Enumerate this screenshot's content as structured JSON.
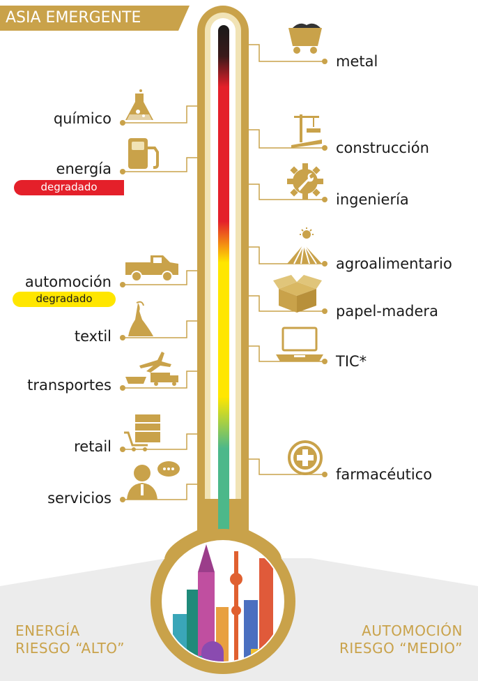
{
  "header": {
    "region_title": "ASIA EMERGENTE"
  },
  "colors": {
    "gold": "#c9a24a",
    "gold_light": "#e8d39a",
    "high_risk_red": "#e4202a",
    "medium_risk_yellow": "#ffe600",
    "low_risk_green": "#4cb88a",
    "footer_text": "#c9a24a"
  },
  "left_sectors": [
    {
      "label": "químico",
      "icon": "chemistry-flask-icon"
    },
    {
      "label": "energía",
      "icon": "fuel-pump-icon",
      "badge": "degradado",
      "badge_color": "#e4202a"
    },
    {
      "label": "automoción",
      "icon": "pickup-truck-icon",
      "badge": "degradado",
      "badge_color": "#ffe600"
    },
    {
      "label": "textil",
      "icon": "dress-icon"
    },
    {
      "label": "transportes",
      "icon": "plane-ship-truck-icon"
    },
    {
      "label": "retail",
      "icon": "shopping-cart-shelf-icon"
    },
    {
      "label": "servicios",
      "icon": "call-center-agent-icon"
    }
  ],
  "right_sectors": [
    {
      "label": "metal",
      "icon": "mine-cart-icon"
    },
    {
      "label": "construcción",
      "icon": "crane-icon"
    },
    {
      "label": "ingeniería",
      "icon": "gear-wrench-icon"
    },
    {
      "label": "agroalimentario",
      "icon": "sun-field-icon"
    },
    {
      "label": "papel-madera",
      "icon": "cardboard-box-icon"
    },
    {
      "label": "TIC*",
      "icon": "laptop-icon"
    },
    {
      "label": "farmacéutico",
      "icon": "medical-cross-icon"
    }
  ],
  "footer": {
    "left_line1": "ENERGÍA",
    "left_line2": "RIESGO “ALTO”",
    "right_line1": "AUTOMOCIÓN",
    "right_line2": "RIESGO “MEDIO”"
  }
}
